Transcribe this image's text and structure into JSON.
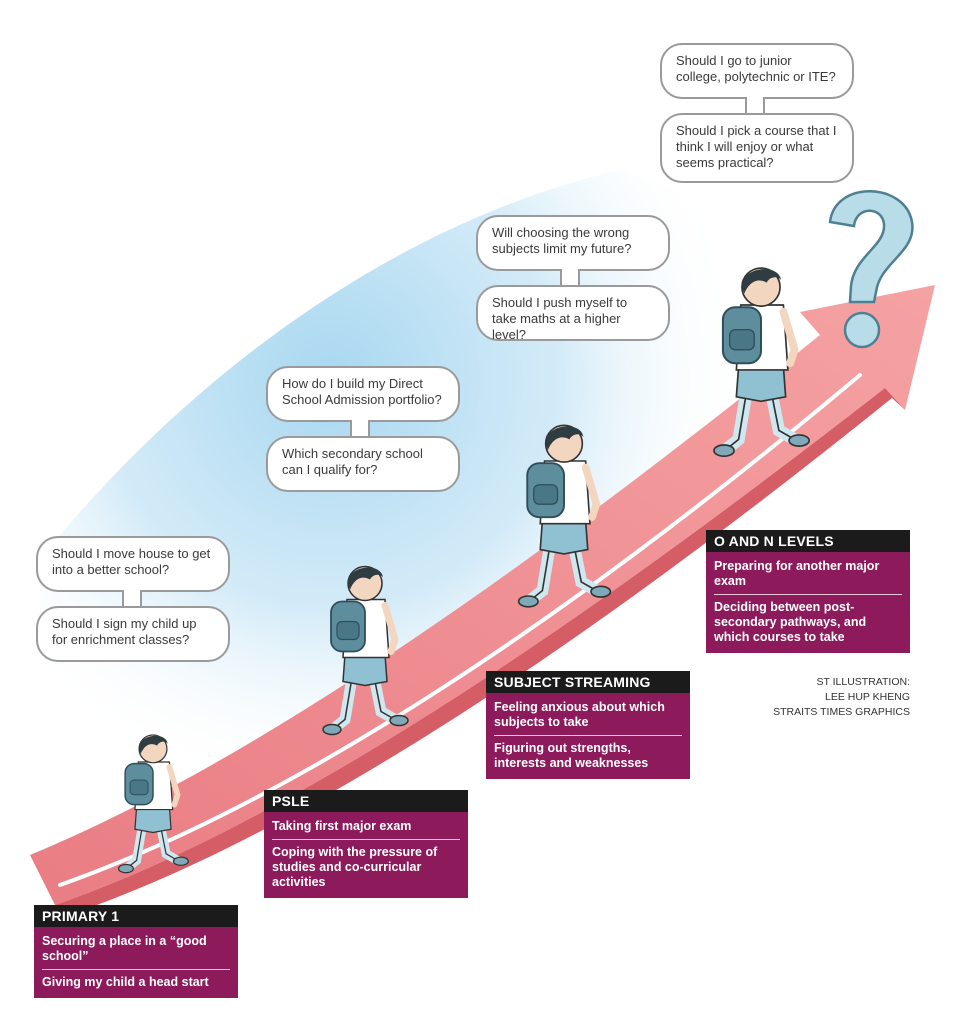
{
  "bubbles": {
    "primary_q1": "Should I move house to get into a better school?",
    "primary_q2": "Should I sign my child up for enrichment classes?",
    "psle_q1": "How do I build my Direct School Admission portfolio?",
    "psle_q2": "Which secondary school can I qualify for?",
    "streaming_q1": "Will choosing the wrong subjects limit my future?",
    "streaming_q2": "Should I push myself to take maths at a higher level?",
    "levels_q1": "Should I go to junior college, polytechnic or ITE?",
    "levels_q2": "Should I pick a course that I think I will enjoy or what seems practical?"
  },
  "stages": {
    "primary": {
      "title": "PRIMARY 1",
      "items": [
        "Securing a place in a “good school”",
        "Giving my child a head start"
      ]
    },
    "psle": {
      "title": "PSLE",
      "items": [
        "Taking first major exam",
        "Coping with the pressure of studies and co-curricular activities"
      ]
    },
    "streaming": {
      "title": "SUBJECT STREAMING",
      "items": [
        "Feeling anxious about which subjects to take",
        "Figuring out strengths, interests and weaknesses"
      ]
    },
    "levels": {
      "title": "O AND N LEVELS",
      "items": [
        "Preparing for another major exam",
        "Deciding between post-secondary pathways, and which courses to take"
      ]
    }
  },
  "credit": {
    "line1": "ST ILLUSTRATION:",
    "line2": "LEE HUP KHENG",
    "line3": "STRAITS TIMES GRAPHICS"
  },
  "colors": {
    "arrow": "#f08f91",
    "arrow_dark": "#d86a70",
    "stage_body": "#8d1a5a",
    "stage_title": "#1b1b1b",
    "sky": "#bfe3f5",
    "question_mark": "#b9dde8"
  },
  "icons": {
    "walkers": [
      "student-walking-icon",
      "student-walking-icon",
      "student-walking-icon",
      "student-walking-icon"
    ],
    "goal": "question-mark-icon"
  }
}
